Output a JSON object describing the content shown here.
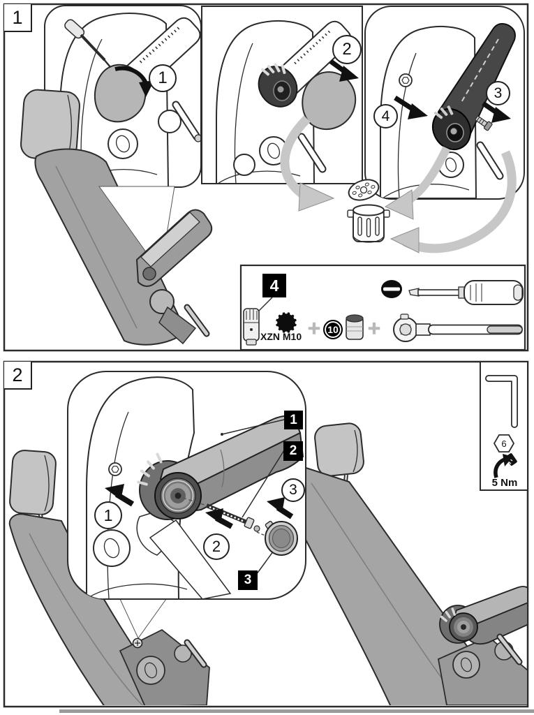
{
  "panel1": {
    "corner_label": "1",
    "steps": {
      "pry_cap": "1",
      "remove_cover": "2",
      "remove_bolt": "3",
      "remove_armrest": "4"
    },
    "tools_box": {
      "part_callout": "4",
      "bit_label": "XZN M10",
      "plus_left": "+",
      "socket_size": "10",
      "plus_right": "+"
    }
  },
  "panel2": {
    "corner_label": "2",
    "steps": {
      "slide_on": "1",
      "insert_bolt": "2",
      "fit_cap": "3"
    },
    "parts": {
      "armrest": "1",
      "bolt": "2",
      "cap": "3"
    },
    "fastening": {
      "hex_key_size": "6",
      "torque": "5 Nm"
    }
  },
  "colors": {
    "line": "#2b2b2b",
    "seat_gray": "#a5a5a5",
    "light_gray": "#c4c4c4",
    "cap_gray": "#b6b6b6",
    "dark_part": "#474747",
    "flow_arrow": "#c7c7c7",
    "badge_bg": "#000000",
    "badge_fg": "#ffffff"
  }
}
